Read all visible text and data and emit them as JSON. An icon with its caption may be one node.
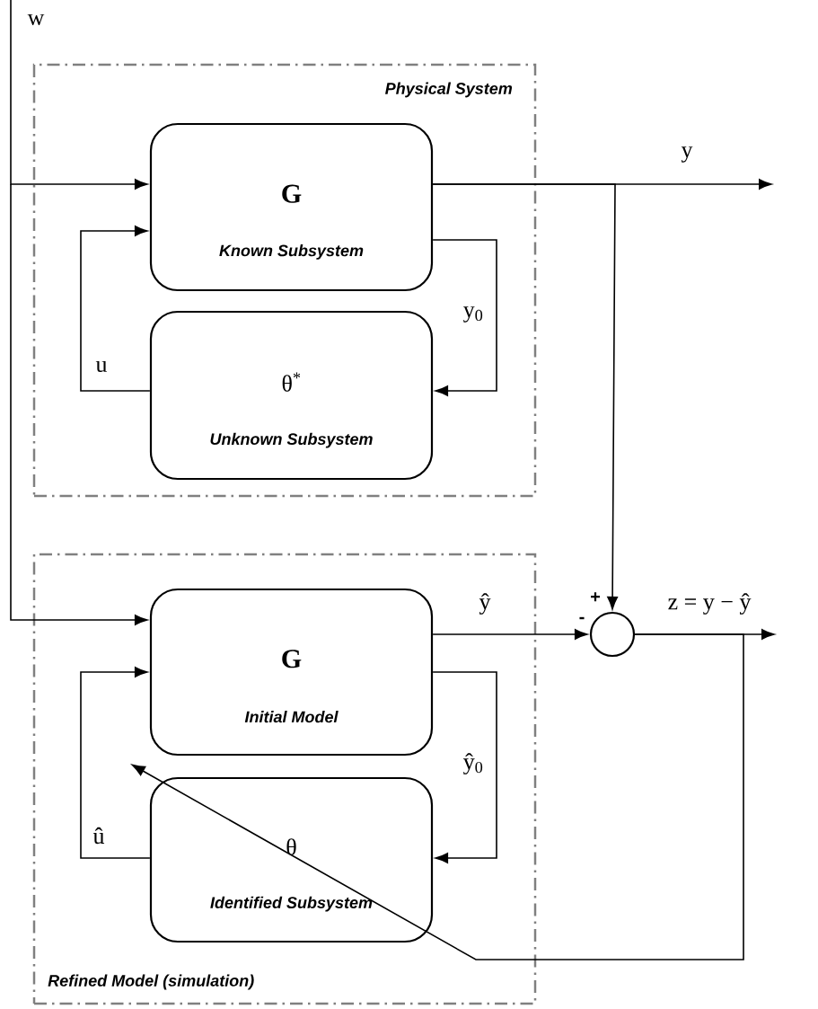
{
  "diagram": {
    "nodes": [
      {
        "text": [
          "Physical System"
        ]
      },
      {
        "text": [
          "G",
          "Known Subsystem"
        ],
        "in": 0
      },
      {
        "text": [
          "θ$^{*}$",
          "Unknown Subsystem"
        ],
        "in": 0
      },
      {
        "text": [
          "Refined Model (simulation)"
        ]
      },
      {
        "text": [
          "G",
          "Initial Model"
        ],
        "in": 3
      },
      {
        "text": [
          "θ",
          "Identified Subsystem"
        ],
        "in": 3
      },
      {
        "text": [],
        "shape": "circle"
      }
    ],
    "edges": [
      {
        "from": null,
        "to": 1,
        "arrow": "to",
        "label": "w"
      },
      {
        "from": null,
        "to": 4,
        "arrow": "to"
      },
      {
        "from": 1,
        "to": null,
        "arrow": "to",
        "label": "y"
      },
      {
        "from": 2,
        "to": 1,
        "arrow": "to",
        "label": "u"
      },
      {
        "from": 1,
        "to": 2,
        "arrow": "to",
        "label": "y$_{0}$"
      },
      {
        "from": 1,
        "to": 6,
        "arrow": "to"
      },
      {
        "from": 4,
        "to": 6,
        "arrow": "to",
        "label": "ŷ"
      },
      {
        "from": 6,
        "to": null,
        "arrow": "to",
        "label": "z = y − ŷ"
      },
      {
        "from": 4,
        "to": 5,
        "arrow": "to",
        "label": "ŷ$_{0}$"
      },
      {
        "from": 5,
        "to": 4,
        "arrow": "to",
        "label": "û"
      },
      {
        "from": 6,
        "to": null,
        "arrow": "to"
      }
    ],
    "labels": [
      "+",
      "-"
    ]
  }
}
